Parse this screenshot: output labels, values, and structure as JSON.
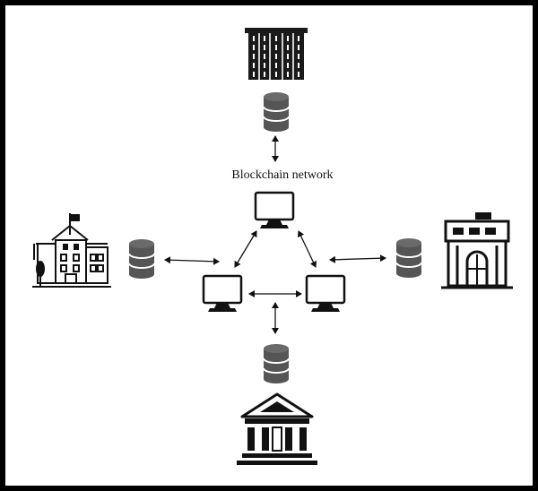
{
  "diagram": {
    "title": "Blockchain network",
    "nodes": [
      {
        "id": "top-node",
        "icon": "monitor-icon"
      },
      {
        "id": "left-node",
        "icon": "monitor-icon"
      },
      {
        "id": "right-node",
        "icon": "monitor-icon"
      }
    ],
    "participants": [
      {
        "id": "data-center",
        "icon": "server-building-icon",
        "storage": "database-icon"
      },
      {
        "id": "school",
        "icon": "school-building-icon",
        "storage": "database-icon"
      },
      {
        "id": "store",
        "icon": "store-building-icon",
        "storage": "database-icon"
      },
      {
        "id": "bank",
        "icon": "bank-building-icon",
        "storage": "database-icon"
      }
    ],
    "connection_style": "bidirectional-arrow",
    "colors": {
      "stroke": "#111111",
      "icon_fill": "#1a1a1a",
      "db_fill": "#555555",
      "frame": "#000000"
    }
  }
}
